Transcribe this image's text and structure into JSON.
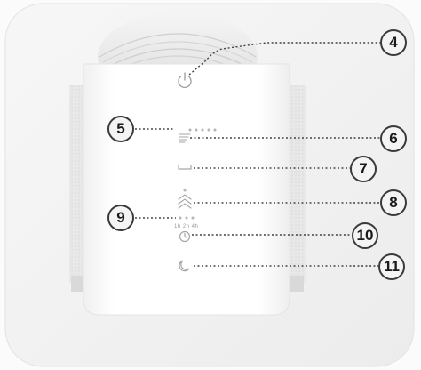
{
  "callouts": {
    "c4": "4",
    "c5": "5",
    "c6": "6",
    "c7": "7",
    "c8": "8",
    "c9": "9",
    "c10": "10",
    "c11": "11"
  },
  "timer_labels": "1h 2h 4h",
  "icons": {
    "power": "power-icon",
    "fan_speed": "fan-speed-icon",
    "mode": "mode-icon",
    "swing": "swing-icon",
    "timer": "timer-clock-icon",
    "sleep": "sleep-moon-icon"
  },
  "colors": {
    "leader_line": "#444444",
    "icon_stroke": "#9c9c9c",
    "device_body": "#ffffff",
    "base_plate": "#f2f2f2"
  }
}
